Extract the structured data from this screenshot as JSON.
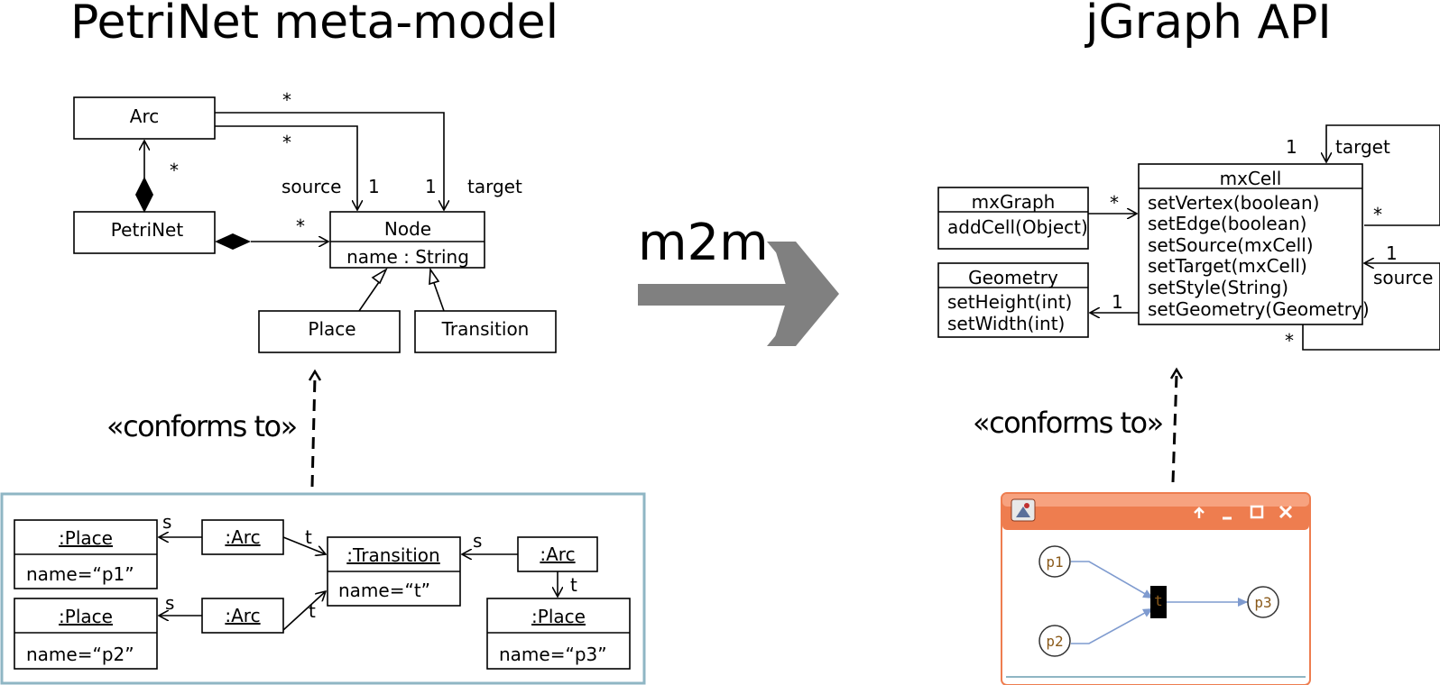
{
  "titles": {
    "left": "PetriNet meta-model",
    "right": "jGraph API",
    "transform": "m2m"
  },
  "conforms_label": "«conforms to»",
  "petrinet_metamodel": {
    "classes": {
      "arc": "Arc",
      "petrinet": "PetriNet",
      "node": "Node",
      "node_attr": "name : String",
      "place": "Place",
      "transition": "Transition"
    },
    "multiplicities": {
      "arc_top": "*",
      "arc_mid": "*",
      "arc_comp": "*",
      "node_comp": "*",
      "source_one": "1",
      "target_one": "1"
    },
    "roles": {
      "source": "source",
      "target": "target"
    }
  },
  "jgraph_api": {
    "mxgraph": {
      "name": "mxGraph",
      "methods": [
        "addCell(Object)"
      ]
    },
    "geometry": {
      "name": "Geometry",
      "methods": [
        "setHeight(int)",
        "setWidth(int)"
      ]
    },
    "mxcell": {
      "name": "mxCell",
      "methods": [
        "setVertex(boolean)",
        "setEdge(boolean)",
        "setSource(mxCell)",
        "setTarget(mxCell)",
        "setStyle(String)",
        "setGeometry(Geometry)"
      ]
    },
    "multiplicities": {
      "graph_cell": "*",
      "geometry_one": "1",
      "target_one": "1",
      "target_star": "*",
      "source_one": "1",
      "source_star": "*"
    },
    "roles": {
      "target": "target",
      "source": "source"
    }
  },
  "instance_model": {
    "place1": {
      "name": ":Place",
      "attr": "name=“p1”"
    },
    "place2": {
      "name": ":Place",
      "attr": "name=“p2”"
    },
    "place3": {
      "name": ":Place",
      "attr": "name=“p3”"
    },
    "arc": ":Arc",
    "transition": {
      "name": ":Transition",
      "attr": "name=“t”"
    },
    "labels": {
      "s": "s",
      "t": "t"
    }
  },
  "window": {
    "nodes": {
      "p1": "p1",
      "p2": "p2",
      "p3": "p3",
      "t": "t"
    },
    "colors": {
      "titlebar": "#ee7d4f",
      "titlebar_light": "#f7a27f",
      "edge": "#7f9bcf",
      "frame": "#8fb6c4"
    }
  }
}
